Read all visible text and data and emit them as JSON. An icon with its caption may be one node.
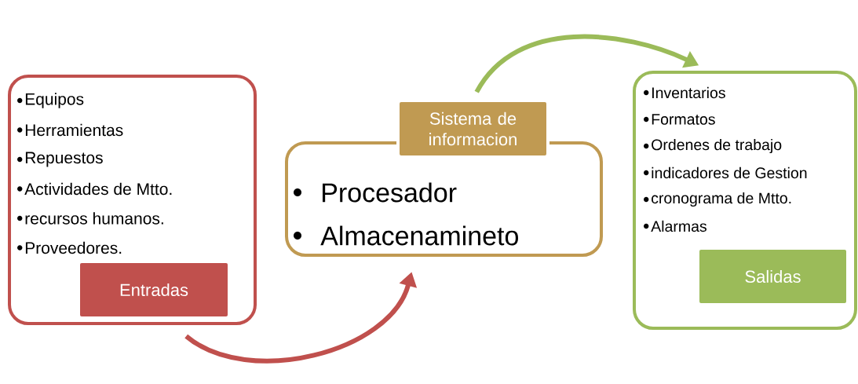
{
  "diagram": {
    "nodes": [
      {
        "text": [
          "Equipos",
          "Herramientas",
          "Repuestos",
          "Actividades de Mtto.",
          "recursos humanos.",
          "Proveedores."
        ]
      },
      {
        "text": [
          "Entradas"
        ],
        "in": 0
      },
      {
        "text": [
          "Procesador",
          "Almacenamineto"
        ]
      },
      {
        "text": [
          "Sistema de informacion"
        ]
      },
      {
        "text": [
          "Inventarios",
          "Formatos",
          "Ordenes de trabajo",
          "indicadores de Gestion",
          "cronograma de Mtto.",
          "Alarmas"
        ]
      },
      {
        "text": [
          "Salidas"
        ],
        "in": 4
      }
    ],
    "edges": [
      {
        "from": 0,
        "to": 2,
        "arrow": "to",
        "color": "#c0504d"
      },
      {
        "from": 3,
        "to": 4,
        "arrow": "to",
        "color": "#9bbb59"
      }
    ]
  }
}
